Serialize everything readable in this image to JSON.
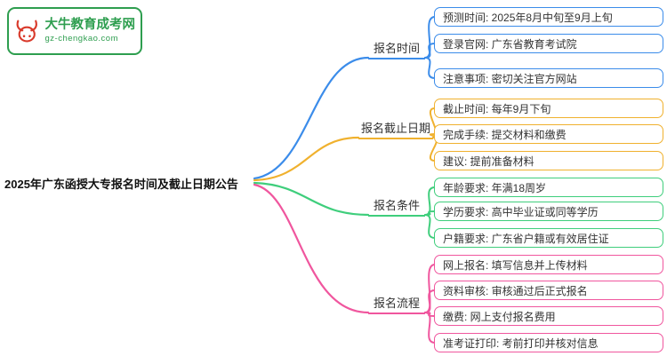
{
  "logo": {
    "site_name": "大牛教育成考网",
    "site_url": "gz-chengkao.com",
    "icon": "ox-icon",
    "brand_color": "#2e9e4f",
    "icon_color": "#d93a2b"
  },
  "main_topic": "2025年广东函授大专报名时间及截止日期公告",
  "branches": [
    {
      "label": "报名时间",
      "color": "#3b8cea",
      "items": [
        "预测时间: 2025年8月中旬至9月上旬",
        "登录官网: 广东省教育考试院",
        "注意事项: 密切关注官方网站"
      ]
    },
    {
      "label": "报名截止日期",
      "color": "#f0b12e",
      "items": [
        "截止时间: 每年9月下旬",
        "完成手续: 提交材料和缴费",
        "建议: 提前准备材料"
      ]
    },
    {
      "label": "报名条件",
      "color": "#3fce7c",
      "items": [
        "年龄要求: 年满18周岁",
        "学历要求: 高中毕业证或同等学历",
        "户籍要求: 广东省户籍或有效居住证"
      ]
    },
    {
      "label": "报名流程",
      "color": "#f0569e",
      "items": [
        "网上报名: 填写信息并上传材料",
        "资料审核: 审核通过后正式报名",
        "缴费: 网上支付报名费用",
        "准考证打印: 考前打印并核对信息"
      ]
    }
  ]
}
